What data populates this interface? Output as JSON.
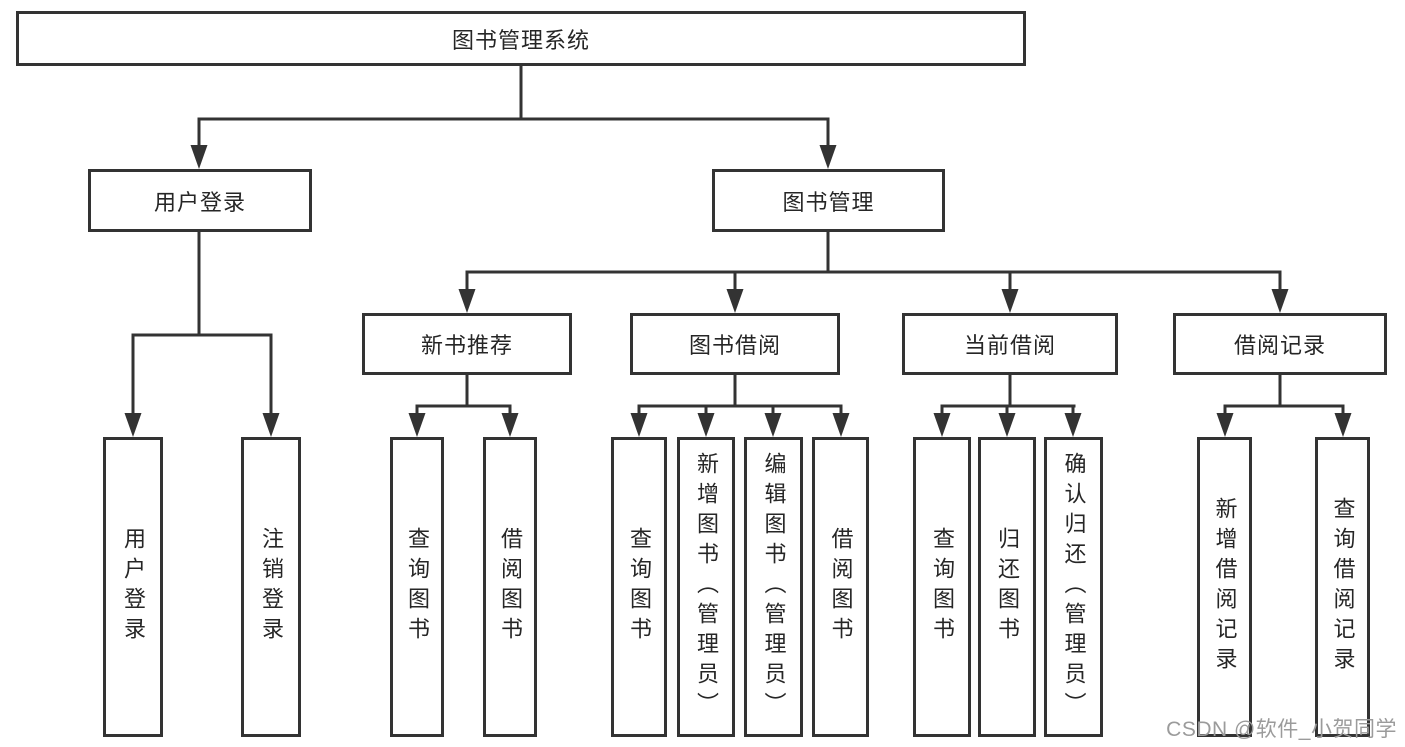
{
  "diagram": {
    "root": {
      "label": "图书管理系统"
    },
    "level2": [
      {
        "label": "用户登录"
      },
      {
        "label": "图书管理"
      }
    ],
    "level3": [
      {
        "label": "新书推荐",
        "parent": "图书管理"
      },
      {
        "label": "图书借阅",
        "parent": "图书管理"
      },
      {
        "label": "当前借阅",
        "parent": "图书管理"
      },
      {
        "label": "借阅记录",
        "parent": "图书管理"
      }
    ],
    "leaves": [
      {
        "label": "用户登录",
        "parent": "用户登录"
      },
      {
        "label": "注销登录",
        "parent": "用户登录"
      },
      {
        "label": "查询图书",
        "parent": "新书推荐"
      },
      {
        "label": "借阅图书",
        "parent": "新书推荐"
      },
      {
        "label": "查询图书",
        "parent": "图书借阅"
      },
      {
        "label": "新增图书（管理员）",
        "parent": "图书借阅"
      },
      {
        "label": "编辑图书（管理员）",
        "parent": "图书借阅"
      },
      {
        "label": "借阅图书",
        "parent": "图书借阅"
      },
      {
        "label": "查询图书",
        "parent": "当前借阅"
      },
      {
        "label": "归还图书",
        "parent": "当前借阅"
      },
      {
        "label": "确认归还（管理员）",
        "parent": "当前借阅"
      },
      {
        "label": "新增借阅记录",
        "parent": "借阅记录"
      },
      {
        "label": "查询借阅记录",
        "parent": "借阅记录"
      }
    ]
  },
  "watermark": {
    "text": "CSDN @软件_小贺同学"
  },
  "colors": {
    "line": "#333333",
    "box_border": "#333333",
    "box_fill": "#ffffff",
    "text": "#262626",
    "watermark": "#9b9b9b"
  }
}
